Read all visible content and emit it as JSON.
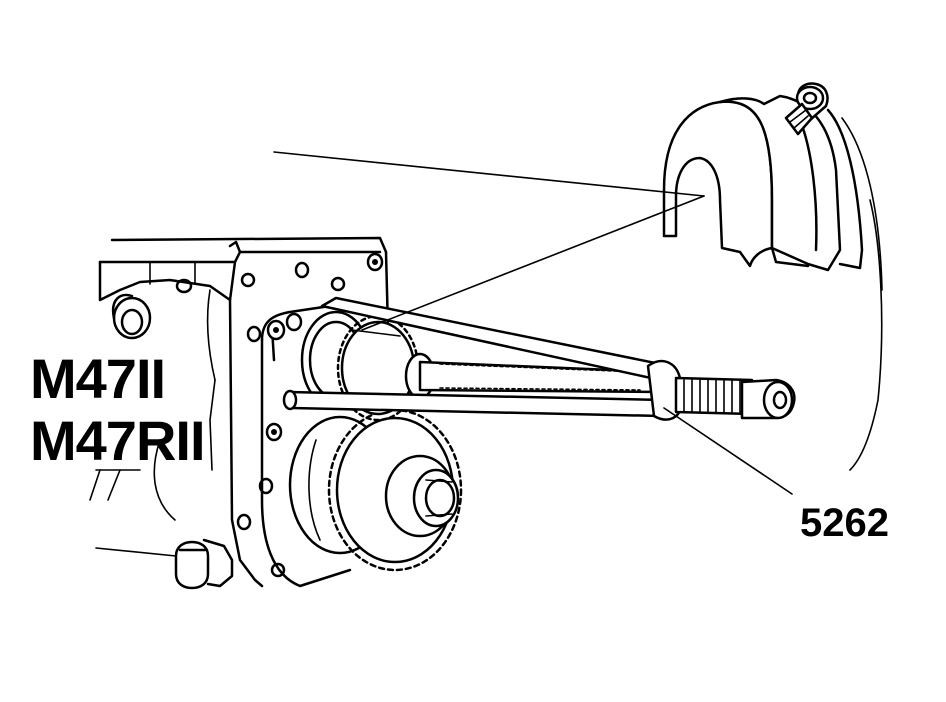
{
  "labels": {
    "model_line_1": "M47II",
    "model_line_2": "M47RII",
    "tool_number": "5262"
  },
  "colors": {
    "ink": "#000000",
    "paper": "#ffffff"
  }
}
